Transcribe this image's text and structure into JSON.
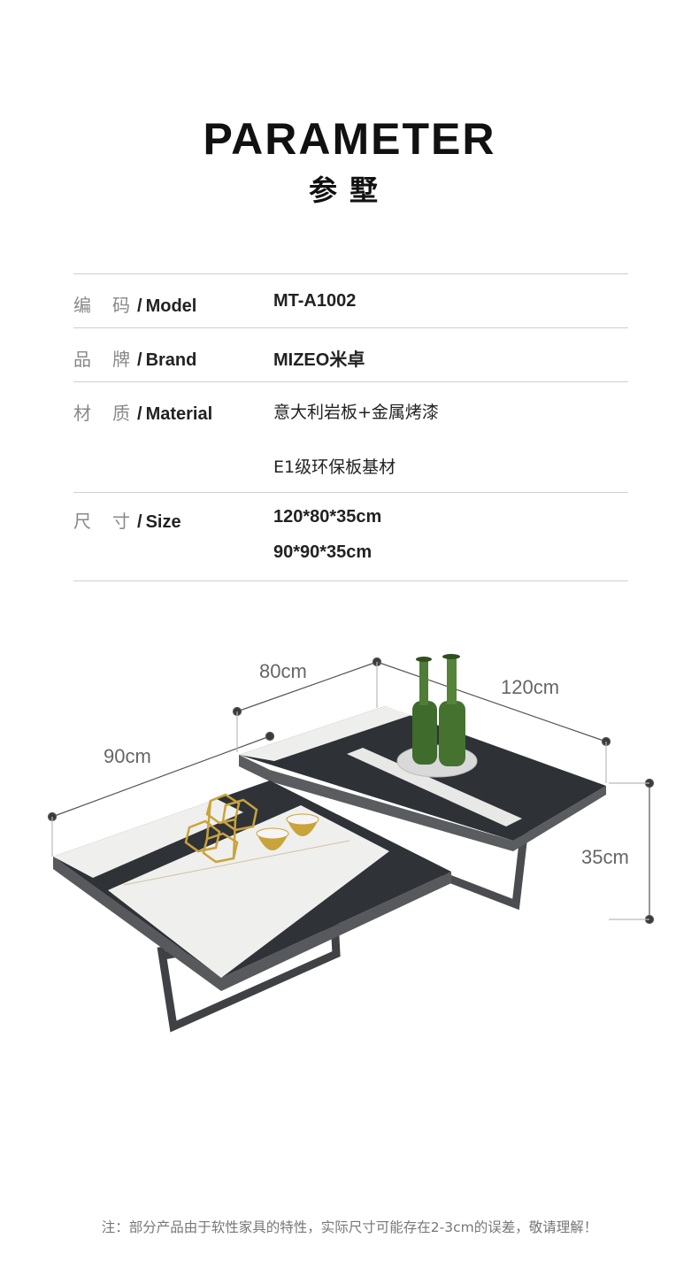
{
  "header": {
    "title_en": "PARAMETER",
    "title_zh": "参墅"
  },
  "params": [
    {
      "label_zh": "编　码",
      "sep": "/",
      "label_en": "Model",
      "values": [
        "MT-A1002"
      ]
    },
    {
      "label_zh": "品　牌",
      "sep": "/",
      "label_en": "Brand",
      "values": [
        "MIZEO米卓"
      ]
    },
    {
      "label_zh": "材　质",
      "sep": "/",
      "label_en": "Material",
      "values": [
        "意大利岩板+金属烤漆",
        "E1级环保板基材"
      ]
    },
    {
      "label_zh": "尺　寸",
      "sep": "/",
      "label_en": "Size",
      "values": [
        "120*80*35cm",
        "90*90*35cm"
      ]
    }
  ],
  "dimensions": {
    "width_small": "80cm",
    "length_large": "120cm",
    "width_front": "90cm",
    "height": "35cm"
  },
  "colors": {
    "stone_white": "#eeeeec",
    "stone_dark": "#2e3237",
    "frame": "#55575a",
    "gold": "#c9a33b",
    "glass_green": "#3f6b2c"
  },
  "footer": {
    "note": "注：部分产品由于软性家具的特性，实际尺寸可能存在2-3cm的误差，敬请理解！"
  }
}
